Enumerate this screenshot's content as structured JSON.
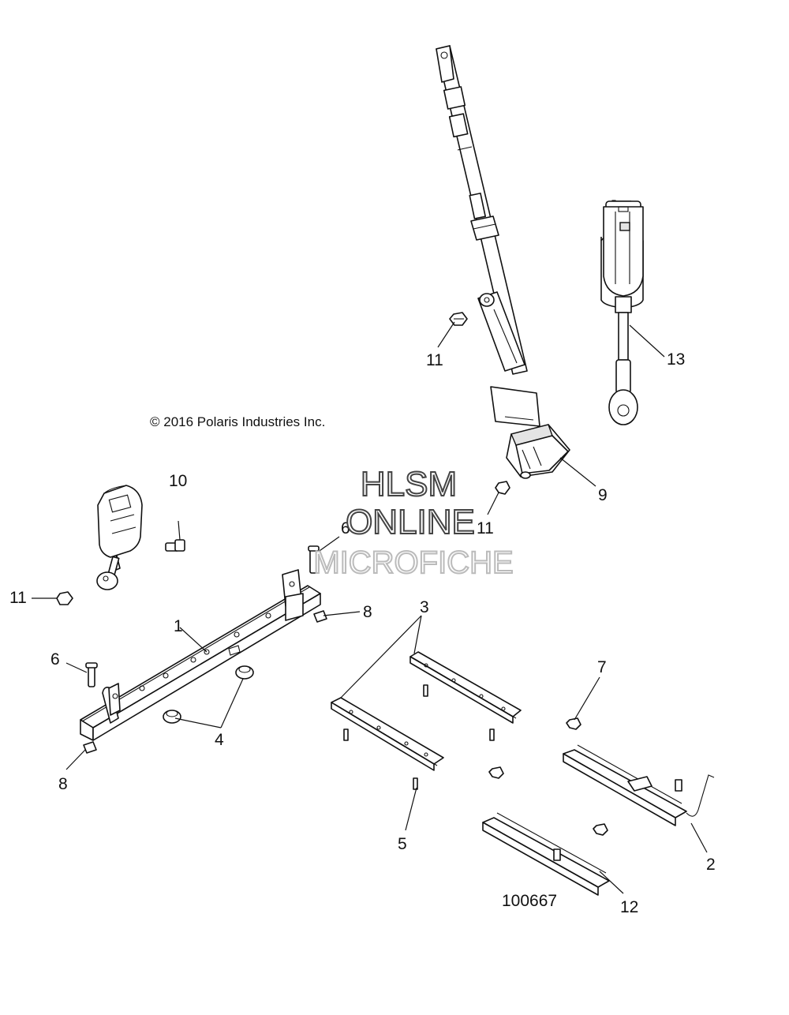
{
  "copyright": "© 2016 Polaris Industries Inc.",
  "diagram_number": "100667",
  "watermark": {
    "line1": "HLSM",
    "line2": "ONLINE",
    "line3": "MICROFICHE"
  },
  "callouts": {
    "c1": "1",
    "c2": "2",
    "c3": "3",
    "c4": "4",
    "c5": "5",
    "c6a": "6",
    "c6b": "6",
    "c7": "7",
    "c8a": "8",
    "c8b": "8",
    "c9": "9",
    "c10": "10",
    "c11a": "11",
    "c11b": "11",
    "c11c": "11",
    "c12": "12",
    "c13": "13"
  }
}
